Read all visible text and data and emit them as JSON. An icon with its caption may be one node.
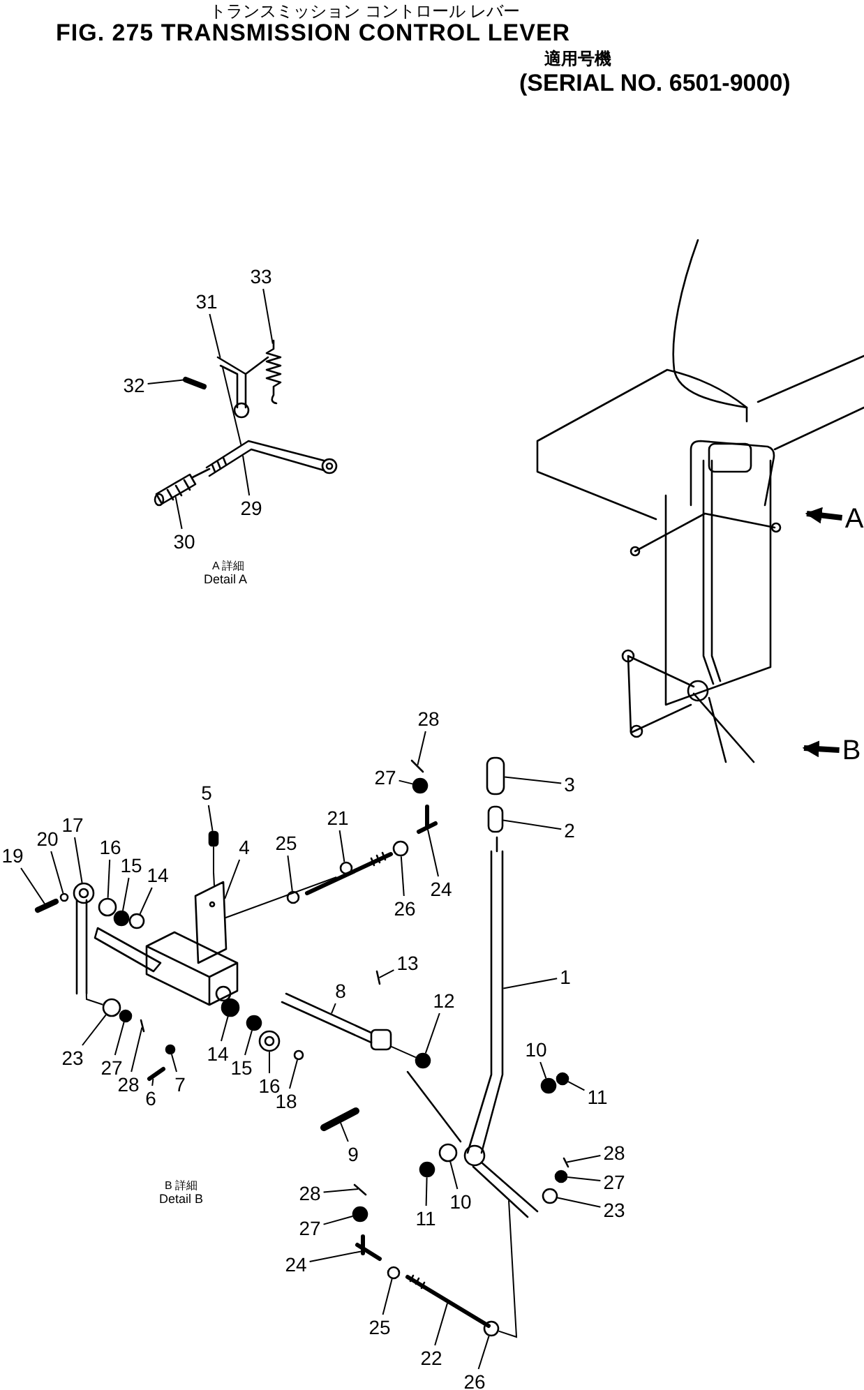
{
  "diagram": {
    "title": "FIG. 275 TRANSMISSION CONTROL LEVER",
    "nodes": [
      {
        "text": [
          "33"
        ]
      },
      {
        "text": [
          "31"
        ]
      },
      {
        "text": [
          "32"
        ]
      },
      {
        "text": [
          "29"
        ]
      },
      {
        "text": [
          "30"
        ]
      },
      {
        "text": [
          "A"
        ]
      },
      {
        "text": [
          "B"
        ]
      },
      {
        "text": [
          "28"
        ]
      },
      {
        "text": [
          "27"
        ]
      },
      {
        "text": [
          "3"
        ]
      },
      {
        "text": [
          "5"
        ]
      },
      {
        "text": [
          "2"
        ]
      },
      {
        "text": [
          "21"
        ]
      },
      {
        "text": [
          "17"
        ]
      },
      {
        "text": [
          "20"
        ]
      },
      {
        "text": [
          "25"
        ]
      },
      {
        "text": [
          "16"
        ]
      },
      {
        "text": [
          "4"
        ]
      },
      {
        "text": [
          "19"
        ]
      },
      {
        "text": [
          "15"
        ]
      },
      {
        "text": [
          "14"
        ]
      },
      {
        "text": [
          "24"
        ]
      },
      {
        "text": [
          "26"
        ]
      },
      {
        "text": [
          "13"
        ]
      },
      {
        "text": [
          "1"
        ]
      },
      {
        "text": [
          "8"
        ]
      },
      {
        "text": [
          "12"
        ]
      },
      {
        "text": [
          "10"
        ]
      },
      {
        "text": [
          "14"
        ]
      },
      {
        "text": [
          "23"
        ]
      },
      {
        "text": [
          "27"
        ]
      },
      {
        "text": [
          "15"
        ]
      },
      {
        "text": [
          "7"
        ]
      },
      {
        "text": [
          "28"
        ]
      },
      {
        "text": [
          "16"
        ]
      },
      {
        "text": [
          "11"
        ]
      },
      {
        "text": [
          "6"
        ]
      },
      {
        "text": [
          "18"
        ]
      },
      {
        "text": [
          "9"
        ]
      },
      {
        "text": [
          "28"
        ]
      },
      {
        "text": [
          "27"
        ]
      },
      {
        "text": [
          "28"
        ]
      },
      {
        "text": [
          "10"
        ]
      },
      {
        "text": [
          "23"
        ]
      },
      {
        "text": [
          "11"
        ]
      },
      {
        "text": [
          "27"
        ]
      },
      {
        "text": [
          "24"
        ]
      },
      {
        "text": [
          "25"
        ]
      },
      {
        "text": [
          "22"
        ]
      },
      {
        "text": [
          "26"
        ]
      },
      {
        "text": [],
        "shape": "picture"
      },
      {
        "text": [],
        "shape": "picture"
      },
      {
        "text": [],
        "shape": "picture"
      },
      {
        "text": [],
        "shape": "picture"
      },
      {
        "text": [],
        "shape": "picture"
      },
      {
        "text": [],
        "shape": "picture"
      },
      {
        "text": [],
        "shape": "circle"
      },
      {
        "text": [],
        "shape": "box"
      },
      {
        "text": [],
        "shape": "box"
      },
      {
        "text": [],
        "shape": "box"
      },
      {
        "text": [],
        "shape": "picture"
      },
      {
        "text": [],
        "shape": "picture"
      },
      {
        "text": [],
        "shape": "circle"
      },
      {
        "text": [],
        "shape": "circle"
      },
      {
        "text": [],
        "shape": "circle"
      },
      {
        "text": [],
        "shape": "picture"
      },
      {
        "text": [],
        "shape": "picture"
      },
      {
        "text": [],
        "shape": "circle"
      },
      {
        "text": [],
        "shape": "circle"
      },
      {
        "text": [],
        "shape": "picture"
      },
      {
        "text": [],
        "shape": "circle"
      },
      {
        "text": [],
        "shape": "picture"
      },
      {
        "text": [],
        "shape": "picture"
      },
      {
        "text": [],
        "shape": "picture"
      },
      {
        "text": [],
        "shape": "circle"
      },
      {
        "text": [],
        "shape": "circle"
      },
      {
        "text": [],
        "shape": "circle"
      },
      {
        "text": [],
        "shape": "circle"
      },
      {
        "text": [],
        "shape": "circle"
      },
      {
        "text": [],
        "shape": "circle"
      },
      {
        "text": [],
        "shape": "circle"
      },
      {
        "text": [],
        "shape": "picture"
      },
      {
        "text": [],
        "shape": "picture"
      },
      {
        "text": [],
        "shape": "circle"
      },
      {
        "text": [],
        "shape": "picture"
      },
      {
        "text": [],
        "shape": "circle"
      },
      {
        "text": [],
        "shape": "picture"
      },
      {
        "text": [],
        "shape": "picture"
      },
      {
        "text": [],
        "shape": "circle"
      },
      {
        "text": [],
        "shape": "picture"
      },
      {
        "text": [],
        "shape": "circle"
      },
      {
        "text": [],
        "shape": "circle"
      },
      {
        "text": [],
        "shape": "circle"
      },
      {
        "text": [],
        "shape": "circle"
      },
      {
        "text": [],
        "shape": "picture"
      },
      {
        "text": [],
        "shape": "circle"
      },
      {
        "text": [],
        "shape": "picture"
      },
      {
        "text": [],
        "shape": "circle"
      }
    ],
    "edges": [
      {
        "from": 0,
        "to": 50,
        "arrow": "none"
      },
      {
        "from": 1,
        "to": 51,
        "arrow": "none"
      },
      {
        "from": 2,
        "to": 52,
        "arrow": "none"
      },
      {
        "from": 3,
        "to": 53,
        "arrow": "none"
      },
      {
        "from": 4,
        "to": 54,
        "arrow": "none"
      },
      {
        "from": 5,
        "to": null,
        "arrow": "to",
        "style": "thick"
      },
      {
        "from": 6,
        "to": null,
        "arrow": "to",
        "style": "thick"
      },
      {
        "from": 7,
        "to": 55,
        "arrow": "none"
      },
      {
        "from": 8,
        "to": 56,
        "arrow": "none"
      },
      {
        "from": 9,
        "to": 57,
        "arrow": "none"
      },
      {
        "from": 10,
        "to": 58,
        "arrow": "none"
      },
      {
        "from": 11,
        "to": 59,
        "arrow": "none"
      },
      {
        "from": 12,
        "to": 60,
        "arrow": "none"
      },
      {
        "from": 13,
        "to": 61,
        "arrow": "none"
      },
      {
        "from": 14,
        "to": 62,
        "arrow": "none"
      },
      {
        "from": 15,
        "to": 63,
        "arrow": "none"
      },
      {
        "from": 16,
        "to": 64,
        "arrow": "none"
      },
      {
        "from": 17,
        "to": 65,
        "arrow": "none"
      },
      {
        "from": 18,
        "to": 66,
        "arrow": "none"
      },
      {
        "from": 19,
        "to": 67,
        "arrow": "none"
      },
      {
        "from": 20,
        "to": 68,
        "arrow": "none"
      },
      {
        "from": 21,
        "to": 69,
        "arrow": "none"
      },
      {
        "from": 22,
        "to": 70,
        "arrow": "none"
      },
      {
        "from": 23,
        "to": 71,
        "arrow": "none"
      },
      {
        "from": 24,
        "to": 72,
        "arrow": "none"
      },
      {
        "from": 25,
        "to": 73,
        "arrow": "none"
      },
      {
        "from": 26,
        "to": 74,
        "arrow": "none"
      },
      {
        "from": 27,
        "to": 75,
        "arrow": "none"
      },
      {
        "from": 28,
        "to": 76,
        "arrow": "none"
      },
      {
        "from": 29,
        "to": 77,
        "arrow": "none"
      },
      {
        "from": 30,
        "to": 78,
        "arrow": "none"
      },
      {
        "from": 31,
        "to": 79,
        "arrow": "none"
      },
      {
        "from": 32,
        "to": 80,
        "arrow": "none"
      },
      {
        "from": 33,
        "to": 81,
        "arrow": "none"
      },
      {
        "from": 34,
        "to": 82,
        "arrow": "none"
      },
      {
        "from": 35,
        "to": 83,
        "arrow": "none"
      },
      {
        "from": 36,
        "to": 84,
        "arrow": "none"
      },
      {
        "from": 37,
        "to": 85,
        "arrow": "none"
      },
      {
        "from": 38,
        "to": 86,
        "arrow": "none"
      },
      {
        "from": 39,
        "to": 87,
        "arrow": "none"
      },
      {
        "from": 40,
        "to": 88,
        "arrow": "none"
      },
      {
        "from": 41,
        "to": 89,
        "arrow": "none"
      },
      {
        "from": 42,
        "to": 90,
        "arrow": "none"
      },
      {
        "from": 43,
        "to": 91,
        "arrow": "none"
      },
      {
        "from": 44,
        "to": 92,
        "arrow": "none"
      },
      {
        "from": 45,
        "to": 93,
        "arrow": "none"
      },
      {
        "from": 46,
        "to": 94,
        "arrow": "none"
      },
      {
        "from": 47,
        "to": 95,
        "arrow": "none"
      },
      {
        "from": 48,
        "to": 96,
        "arrow": "none"
      },
      {
        "from": 49,
        "to": 97,
        "arrow": "none"
      },
      {
        "from": 51,
        "to": 53,
        "arrow": "none"
      },
      {
        "from": 58,
        "to": 65,
        "arrow": "none"
      },
      {
        "from": 65,
        "to": 60,
        "arrow": "none"
      },
      {
        "from": 72,
        "to": 97,
        "arrow": "none"
      },
      {
        "from": 73,
        "to": 74,
        "arrow": "none"
      },
      {
        "from": 61,
        "to": 77,
        "arrow": "none"
      }
    ],
    "labels": [
      "トランスミッション コントロール レバー",
      "適用号機",
      "(SERIAL NO. 6501-9000)",
      "A 詳細",
      "Detail A",
      "B 詳細",
      "Detail B"
    ]
  }
}
